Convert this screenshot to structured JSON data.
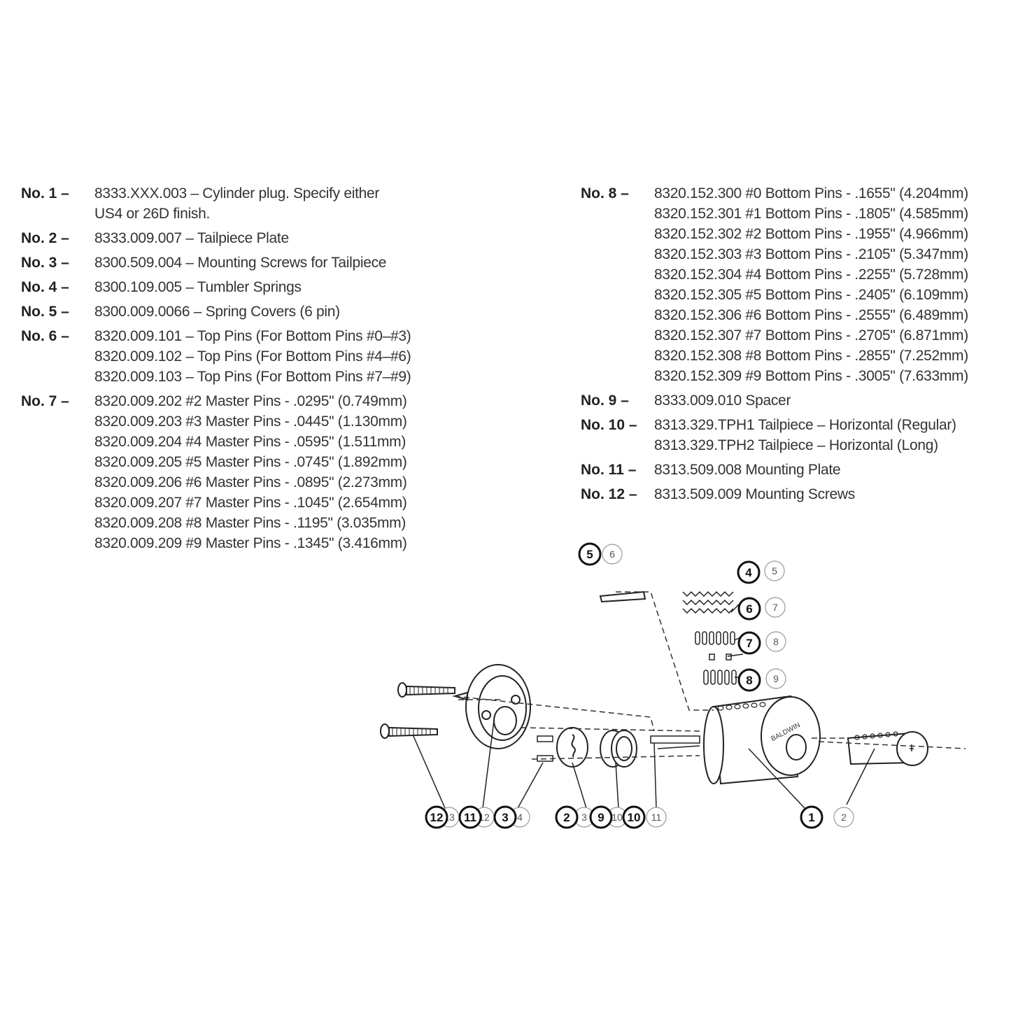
{
  "parts_left": [
    {
      "no": "No. 1 –",
      "lines": [
        "8333.XXX.003 – Cylinder plug. Specify either",
        "US4 or 26D finish."
      ]
    },
    {
      "no": "No. 2 –",
      "lines": [
        "8333.009.007 – Tailpiece Plate"
      ]
    },
    {
      "no": "No. 3 –",
      "lines": [
        "8300.509.004 – Mounting Screws for Tailpiece"
      ]
    },
    {
      "no": "No. 4 –",
      "lines": [
        "8300.109.005 – Tumbler Springs"
      ]
    },
    {
      "no": "No. 5 –",
      "lines": [
        "8300.009.0066 – Spring Covers (6 pin)"
      ]
    },
    {
      "no": "No. 6 –",
      "lines": [
        "8320.009.101 – Top Pins (For Bottom Pins #0–#3)",
        "8320.009.102 – Top Pins (For Bottom Pins #4–#6)",
        "8320.009.103 – Top Pins (For Bottom Pins #7–#9)"
      ]
    },
    {
      "no": "No. 7 –",
      "lines": [
        "8320.009.202 #2 Master Pins - .0295\" (0.749mm)",
        "8320.009.203 #3 Master Pins - .0445\" (1.130mm)",
        "8320.009.204 #4 Master Pins - .0595\" (1.511mm)",
        "8320.009.205 #5 Master Pins - .0745\" (1.892mm)",
        "8320.009.206 #6 Master Pins - .0895\" (2.273mm)",
        "8320.009.207 #7 Master Pins - .1045\" (2.654mm)",
        "8320.009.208 #8 Master Pins - .1195\" (3.035mm)",
        "8320.009.209 #9 Master Pins - .1345\" (3.416mm)"
      ]
    }
  ],
  "parts_right": [
    {
      "no": "No. 8 –",
      "lines": [
        "8320.152.300 #0 Bottom Pins - .1655\" (4.204mm)",
        "8320.152.301 #1 Bottom Pins - .1805\" (4.585mm)",
        "8320.152.302 #2 Bottom Pins - .1955\" (4.966mm)",
        "8320.152.303 #3 Bottom Pins - .2105\" (5.347mm)",
        "8320.152.304 #4 Bottom Pins - .2255\" (5.728mm)",
        "8320.152.305 #5 Bottom Pins - .2405\" (6.109mm)",
        "8320.152.306 #6 Bottom Pins - .2555\" (6.489mm)",
        "8320.152.307 #7 Bottom Pins - .2705\" (6.871mm)",
        "8320.152.308 #8 Bottom Pins - .2855\" (7.252mm)",
        "8320.152.309 #9 Bottom Pins - .3005\" (7.633mm)"
      ]
    },
    {
      "no": "No. 9 –",
      "lines": [
        "8333.009.010 Spacer"
      ]
    },
    {
      "no": "No. 10 –",
      "lines": [
        "8313.329.TPH1 Tailpiece – Horizontal (Regular)",
        "8313.329.TPH2 Tailpiece – Horizontal (Long)"
      ]
    },
    {
      "no": "No. 11 –",
      "lines": [
        "8313.509.008 Mounting Plate"
      ]
    },
    {
      "no": "No. 12 –",
      "lines": [
        "8313.509.009 Mounting Screws"
      ]
    }
  ],
  "diagram": {
    "callouts_bold": [
      "5",
      "4",
      "6",
      "7",
      "8",
      "12",
      "11",
      "3",
      "2",
      "9",
      "10",
      "1"
    ],
    "callouts_faint": [
      "6",
      "5",
      "7",
      "8",
      "9",
      "13",
      "12",
      "4",
      "3",
      "10",
      "11",
      "2"
    ],
    "brand_mark": "BALDWIN"
  }
}
